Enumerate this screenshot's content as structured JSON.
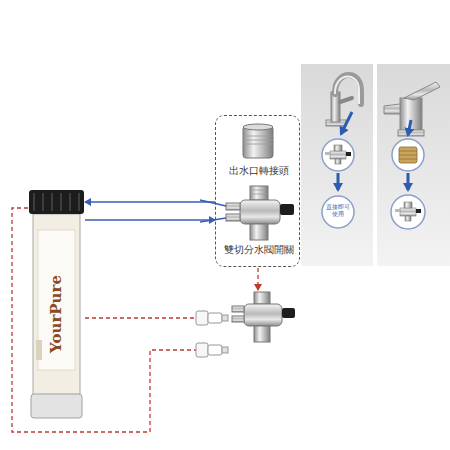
{
  "diagram": {
    "nodes": [
      {
        "text": [
          "出水口轉接頭",
          "雙切分水閥開關"
        ]
      },
      {
        "text": [
          "YourPure"
        ]
      },
      {
        "text": [
          "直接即可使用"
        ]
      }
    ],
    "edges": [
      {
        "from": 0,
        "to": 1,
        "arrow": "to"
      },
      {
        "from": 1,
        "to": 0,
        "arrow": "to"
      }
    ]
  }
}
